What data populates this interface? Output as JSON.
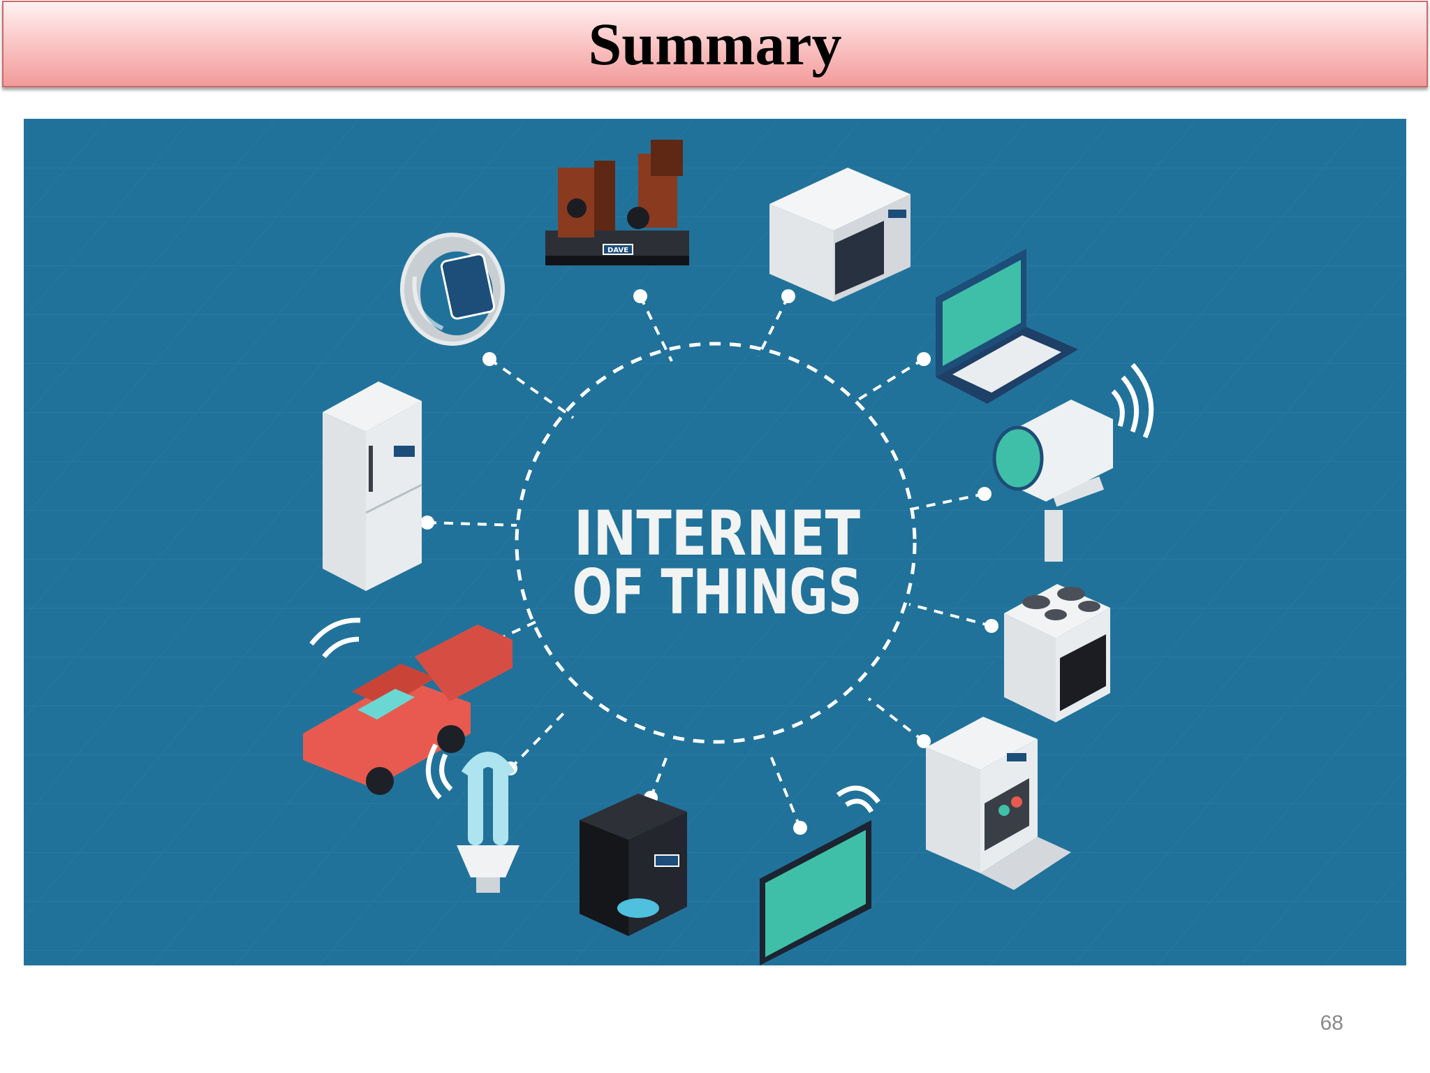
{
  "slide": {
    "title": "Summary",
    "page_number": "68"
  },
  "illustration": {
    "headline_line1": "INTERNET",
    "headline_line2": "OF THINGS",
    "brand_label": "DAVE",
    "colors": {
      "background": "#21729a",
      "accent_teal": "#3fbfa8",
      "car_red": "#e85a4f"
    },
    "devices": [
      "smartwatch",
      "speakers",
      "microwave",
      "laptop",
      "security-camera",
      "fridge",
      "stove",
      "car",
      "dishwasher",
      "light-bulb",
      "coffee-maker",
      "television"
    ]
  }
}
